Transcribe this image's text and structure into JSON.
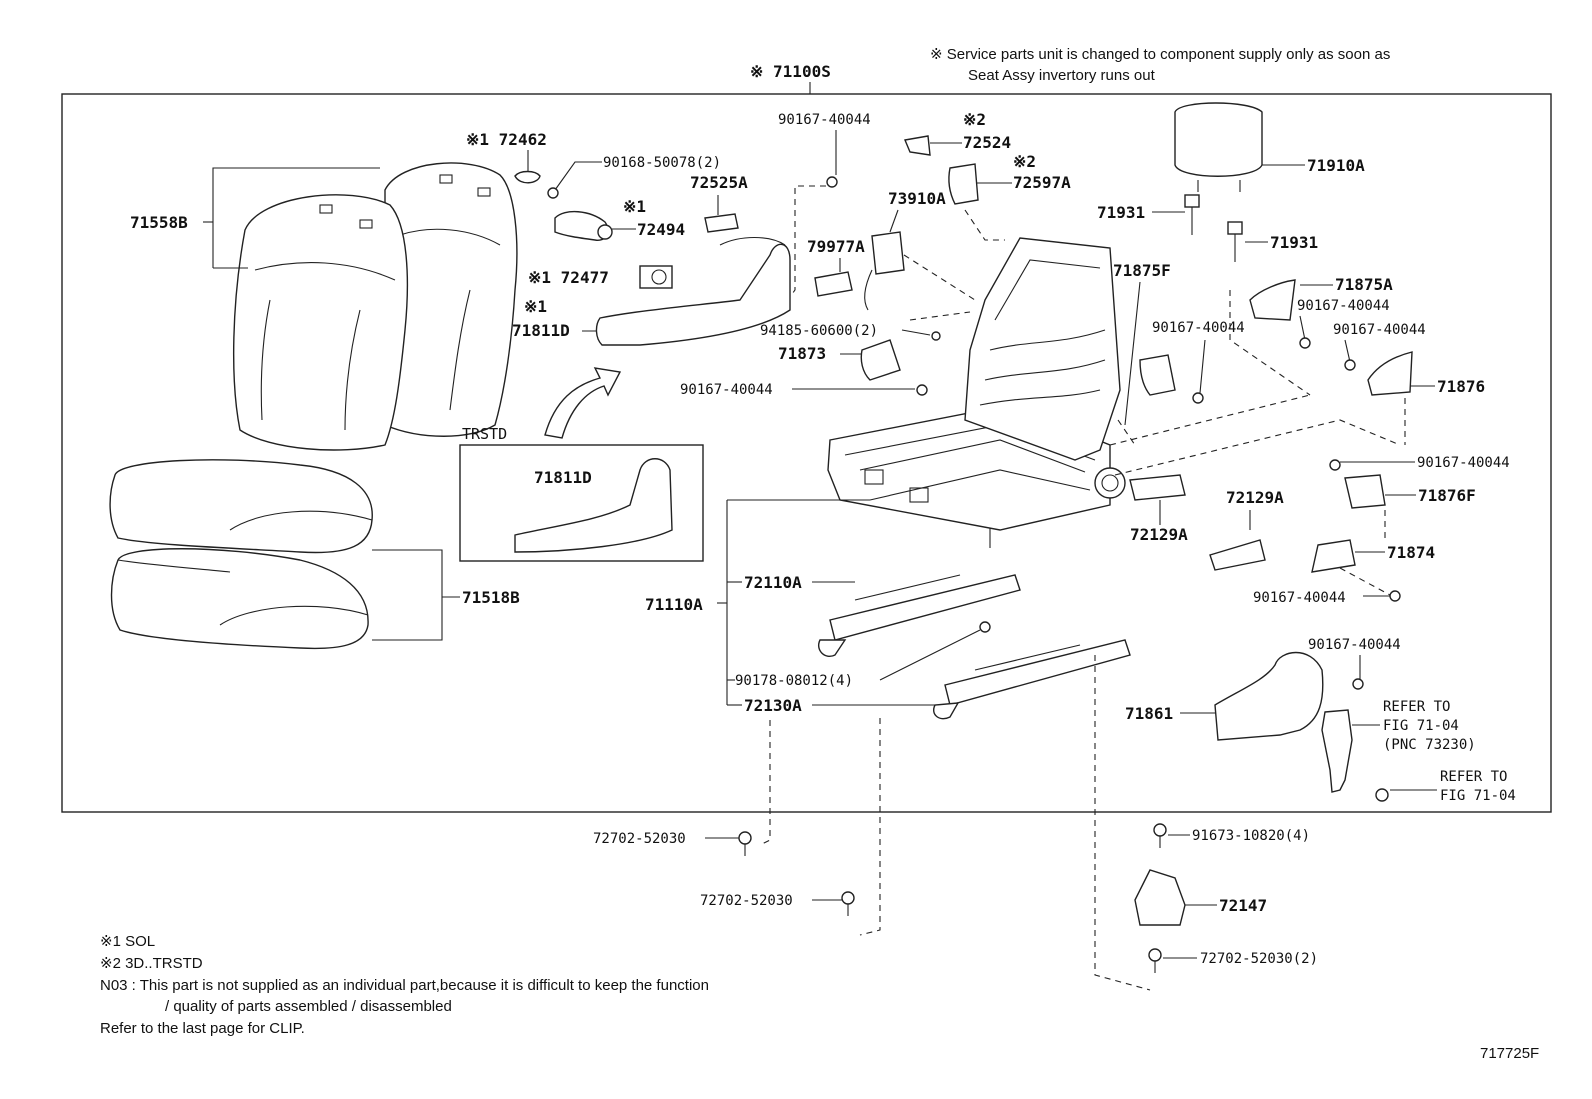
{
  "notes": {
    "service_line1": "※ Service parts unit is changed to component supply only as soon as",
    "service_line2": "Seat Assy invertory runs out",
    "legend1": "※1  SOL",
    "legend2": "※2  3D..TRSTD",
    "n03_line1": "N03 : This part is not supplied as an individual part,because it is difficult to keep the function",
    "n03_line2": "/ quality of parts assembled / disassembled",
    "clip": "Refer to the last page for CLIP.",
    "figure_code": "717725F"
  },
  "assembly": "※ 71100S",
  "trstd_label": "TRSTD",
  "labels": {
    "p71558b": "71558B",
    "p72462": "※1 72462",
    "p90168": "90168-50078(2)",
    "p72494_mark": "※1",
    "p72494": "72494",
    "p72477": "※1 72477",
    "p71811d_mark": "※1",
    "p71811d": "71811D",
    "p71811d_b": "71811D",
    "p72525a": "72525A",
    "p90167_top": "90167-40044",
    "p72524_mark": "※2",
    "p72524": "72524",
    "p72597a_mark": "※2",
    "p72597a": "72597A",
    "p73910a": "73910A",
    "p79977a": "79977A",
    "p94185": "94185-60600(2)",
    "p71873": "71873",
    "p90167_mid": "90167-40044",
    "p71910a": "71910A",
    "p71931_a": "71931",
    "p71931_b": "71931",
    "p71875f": "71875F",
    "p71875a": "71875A",
    "p90167_r1": "90167-40044",
    "p90167_r2": "90167-40044",
    "p90167_r3": "90167-40044",
    "p71876": "71876",
    "p90167_r4": "90167-40044",
    "p71876f": "71876F",
    "p72129a_a": "72129A",
    "p72129a_b": "72129A",
    "p71874": "71874",
    "p90167_r5": "90167-40044",
    "p71518b": "71518B",
    "p71110a": "71110A",
    "p72110a": "72110A",
    "p90178": "90178-08012(4)",
    "p72130a": "72130A",
    "p90167_r6": "90167-40044",
    "p71861": "71861",
    "refer1_a": "REFER TO",
    "refer1_b": "FIG 71-04",
    "refer1_c": "(PNC 73230)",
    "refer2_a": "REFER TO",
    "refer2_b": "FIG 71-04",
    "p72702_a": "72702-52030",
    "p72702_b": "72702-52030",
    "p91673": "91673-10820(4)",
    "p72147": "72147",
    "p72702_c": "72702-52030(2)"
  }
}
